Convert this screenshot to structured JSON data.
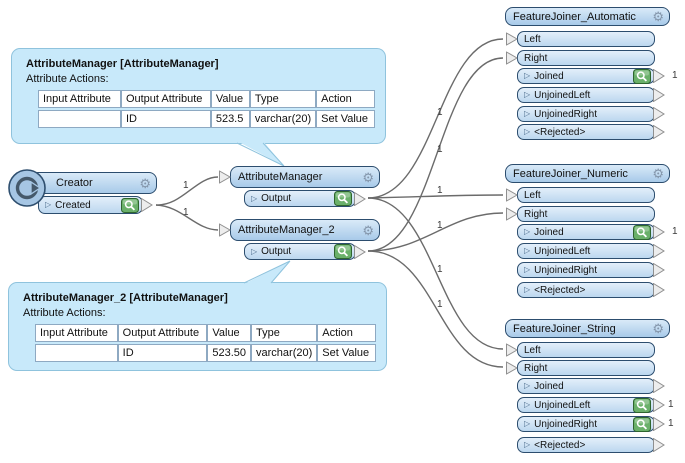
{
  "annotations": [
    {
      "title": "AttributeManager [AttributeManager]",
      "subtitle": "Attribute Actions:",
      "headers": [
        "Input Attribute",
        "Output Attribute",
        "Value",
        "Type",
        "Action"
      ],
      "row": [
        "",
        "ID",
        "523.5",
        "varchar(20)",
        "Set Value"
      ]
    },
    {
      "title": "AttributeManager_2 [AttributeManager]",
      "subtitle": "Attribute Actions:",
      "headers": [
        "Input Attribute",
        "Output Attribute",
        "Value",
        "Type",
        "Action"
      ],
      "row": [
        "",
        "ID",
        "523.50",
        "varchar(20)",
        "Set Value"
      ]
    }
  ],
  "nodes": {
    "creator": {
      "title": "Creator",
      "ports": {
        "created": "Created"
      }
    },
    "am1": {
      "title": "AttributeManager",
      "ports": {
        "output": "Output"
      }
    },
    "am2": {
      "title": "AttributeManager_2",
      "ports": {
        "output": "Output"
      }
    },
    "fj_auto": {
      "title": "FeatureJoiner_Automatic",
      "ports": {
        "left": "Left",
        "right": "Right",
        "joined": "Joined",
        "unjoined_left": "UnjoinedLeft",
        "unjoined_right": "UnjoinedRight",
        "rejected": "<Rejected>"
      },
      "counts": {
        "joined": "1"
      }
    },
    "fj_num": {
      "title": "FeatureJoiner_Numeric",
      "ports": {
        "left": "Left",
        "right": "Right",
        "joined": "Joined",
        "unjoined_left": "UnjoinedLeft",
        "unjoined_right": "UnjoinedRight",
        "rejected": "<Rejected>"
      },
      "counts": {
        "joined": "1"
      }
    },
    "fj_str": {
      "title": "FeatureJoiner_String",
      "ports": {
        "left": "Left",
        "right": "Right",
        "joined": "Joined",
        "unjoined_left": "UnjoinedLeft",
        "unjoined_right": "UnjoinedRight",
        "rejected": "<Rejected>"
      },
      "counts": {
        "unjoined_left": "1",
        "unjoined_right": "1"
      }
    }
  },
  "connection_labels": {
    "creator_am1": "1",
    "creator_am2": "1",
    "am1_auto": "1",
    "am2_auto": "1",
    "am1_num": "1",
    "am2_num": "1",
    "am1_str": "1",
    "am2_str": "1"
  },
  "icons": {
    "gear": "⚙",
    "port_glyph": "▷"
  },
  "colors": {
    "annotation_bg": "#c8e9fa",
    "annotation_border": "#8fc3dd",
    "node_fill_top": "#d9eaf8",
    "node_fill_bottom": "#a8cae9",
    "node_border": "#2c4d6e",
    "inspect_green": "#6ab06a",
    "inspect_border": "#2e652e",
    "wire": "#6b6b6b",
    "arrow_fill": "#ededed",
    "arrow_border": "#8f8f8f"
  }
}
